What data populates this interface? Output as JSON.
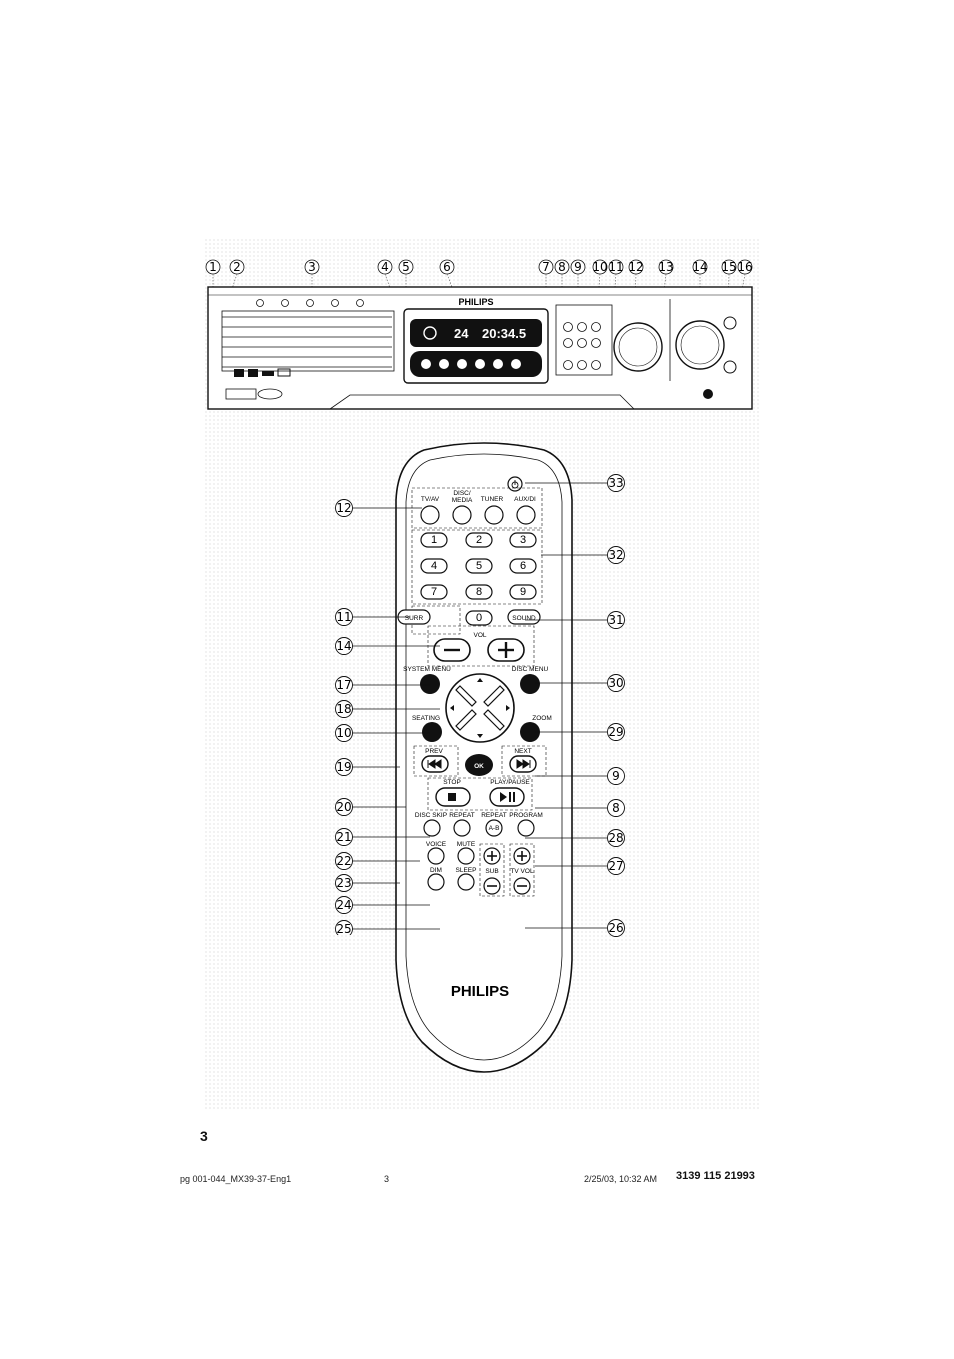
{
  "page_number": "3",
  "footer": {
    "file": "pg 001-044_MX39-37-Eng1",
    "page": "3",
    "date": "2/25/03, 10:32 AM",
    "code": "3139 115 21993"
  },
  "device": {
    "brand_front": "PHILIPS",
    "display_left": "24",
    "display_right": "20:34.5",
    "front_callouts": [
      "1",
      "2",
      "3",
      "4",
      "5",
      "6",
      "7",
      "8",
      "9",
      "10",
      "11",
      "12",
      "13",
      "14",
      "15",
      "16"
    ]
  },
  "remote": {
    "brand": "PHILIPS",
    "source_labels": [
      "TV/AV",
      "DISC/\nMEDIA",
      "TUNER",
      "AUX/DI"
    ],
    "digits": [
      "1",
      "2",
      "3",
      "4",
      "5",
      "6",
      "7",
      "8",
      "9",
      "0"
    ],
    "labels": {
      "surr": "SURR",
      "sound": "SOUND",
      "vol": "VOL",
      "minus": "−",
      "plus": "+",
      "system_menu": "SYSTEM MENU",
      "disc_menu": "DISC MENU",
      "seating": "SEATING",
      "zoom": "ZOOM",
      "ok": "OK",
      "prev": "PREV",
      "next": "NEXT",
      "stop": "STOP",
      "play_pause": "PLAY/PAUSE",
      "disc_skip": "DISC SKIP",
      "repeat": "REPEAT",
      "repeat_ab": "REPEAT",
      "ab": "A-B",
      "program": "PROGRAM",
      "voice": "VOICE",
      "mute": "MUTE",
      "dim": "DIM",
      "sleep": "SLEEP",
      "sub": "SUB",
      "tv_vol": "TV VOL"
    },
    "callouts_left": [
      "12",
      "11",
      "14",
      "17",
      "18",
      "10",
      "19",
      "20",
      "21",
      "22",
      "23",
      "24",
      "25"
    ],
    "callouts_right": [
      "33",
      "32",
      "31",
      "30",
      "29",
      "9",
      "8",
      "28",
      "27",
      "26"
    ]
  }
}
